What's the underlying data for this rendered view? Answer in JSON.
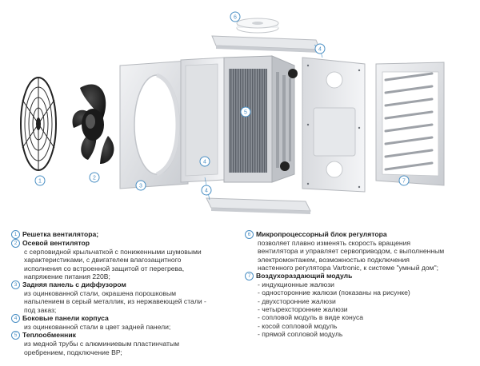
{
  "callouts": [
    "1",
    "2",
    "3",
    "4",
    "5",
    "6",
    "7"
  ],
  "legend": {
    "left": [
      {
        "num": "1",
        "title": "Решетка вентилятора;",
        "desc": []
      },
      {
        "num": "2",
        "title": "Осевой вентилятор",
        "desc": [
          "с серповидной крыльчаткой с пониженными шумовыми",
          "характеристиками, с двигателем влагозащитного",
          "исполнения со встроенной защитой от перегрева,",
          "напряжение питания 220В;"
        ]
      },
      {
        "num": "3",
        "title": "Задняя панель с диффузором",
        "desc": [
          "из оцинкованной стали, окрашена порошковым",
          "напылением в серый металлик, из нержавеющей стали -",
          "под заказ;"
        ]
      },
      {
        "num": "4",
        "title": "Боковые панели корпуса",
        "desc": [
          "из оцинкованной стали в цвет задней панели;"
        ]
      },
      {
        "num": "5",
        "title": "Теплообменник",
        "desc": [
          "из медной трубы с алюминиевым пластинчатым",
          "оребрением, подключение ВР;"
        ]
      }
    ],
    "right": [
      {
        "num": "6",
        "title": "Микропроцессорный блок регулятора",
        "desc": [
          "позволяет плавно изменять скорость вращения",
          "вентилятора и управляет сервоприводом, с выполненным",
          "электромонтажем, возможностью подключения",
          "настенного регулятора Vartronic, к системе \"умный дом\";"
        ]
      },
      {
        "num": "7",
        "title": "Воздухораздающий модуль",
        "bullets": [
          "- индукционные жалюзи",
          "- односторонние жалюзи (показаны на рисунке)",
          "- двухсторонние жалюзи",
          "- четырехсторонние жалюзи",
          "- сопловой модуль в виде конуса",
          "- косой сопловой модуль",
          "- прямой сопловой модуль"
        ]
      }
    ]
  }
}
